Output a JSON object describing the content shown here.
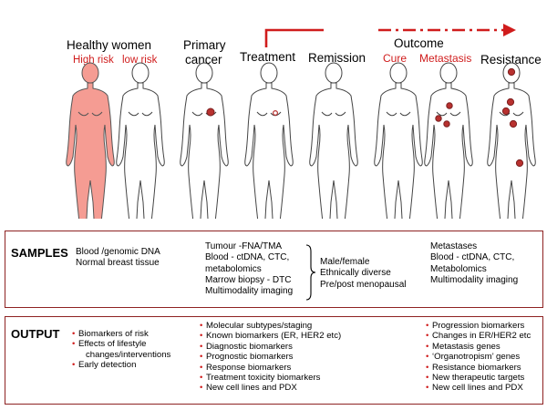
{
  "stages": {
    "healthy_women": "Healthy women",
    "high_risk": "High risk",
    "low_risk": "low risk",
    "primary_line1": "Primary",
    "primary_line2": "cancer",
    "treatment": "Treatment",
    "remission": "Remission",
    "outcome": "Outcome",
    "cure": "Cure",
    "metastasis": "Metastasis",
    "resistance": "Resistance"
  },
  "samples": {
    "title": "SAMPLES",
    "col1": [
      "Blood /genomic DNA",
      "Normal breast tissue"
    ],
    "col2": [
      "Tumour -FNA/TMA",
      "Blood - ctDNA, CTC,",
      "metabolomics",
      "Marrow biopsy  - DTC",
      "Multimodality imaging"
    ],
    "col3": [
      "Male/female",
      "Ethnically diverse",
      "Pre/post menopausal"
    ],
    "col4": [
      "Metastases",
      "Blood - ctDNA, CTC,",
      "Metabolomics",
      "Multimodality imaging"
    ]
  },
  "output": {
    "title": "OUTPUT",
    "col1": [
      "Biomarkers of risk",
      "Effects of lifestyle",
      "   changes/interventions",
      "Early detection"
    ],
    "col2": [
      "Molecular subtypes/staging",
      "Known biomarkers (ER, HER2 etc)",
      "Diagnostic biomarkers",
      "Prognostic biomarkers",
      "Response biomarkers",
      "Treatment toxicity biomarkers",
      "New cell lines and PDX"
    ],
    "col3": [
      "Progression biomarkers",
      "Changes in ER/HER2 etc",
      "Metastasis genes",
      "‘Organotropism’ genes",
      "Resistance biomarkers",
      "New therapeutic targets",
      "New cell lines and PDX"
    ]
  },
  "colors": {
    "accent_red": "#d01c1c",
    "box_border": "#8e2222",
    "highlight_fill": "#f59c93",
    "tumour_dot": "#b8312f"
  }
}
